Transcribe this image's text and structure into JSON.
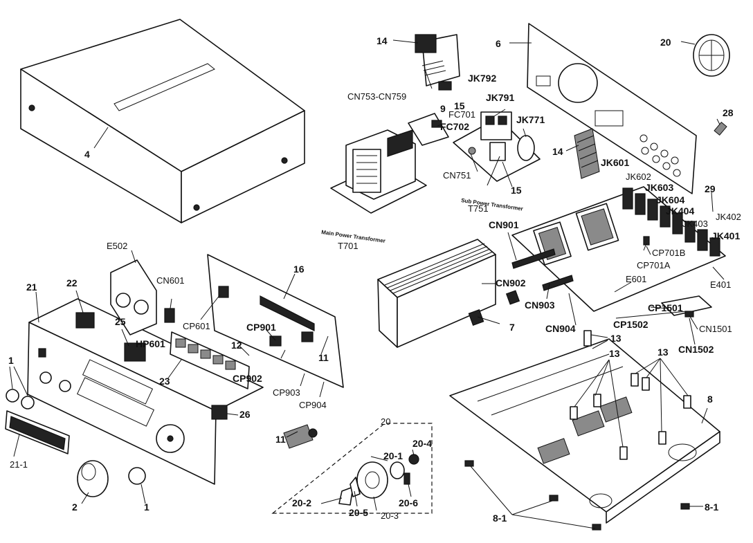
{
  "labels": {
    "p4": "4",
    "p14a": "14",
    "cn753": "CN753-CN759",
    "p6": "6",
    "p20a": "20",
    "jk792": "JK792",
    "p15a": "15",
    "jk791": "JK791",
    "p9": "9",
    "fc701": "FC701",
    "fc702": "FC702",
    "jk771": "JK771",
    "p28": "28",
    "p14b": "14",
    "cn751": "CN751",
    "p15b": "15",
    "jk601": "JK601",
    "jk602": "JK602",
    "jk603": "JK603",
    "jk604": "JK604",
    "p29": "29",
    "jk404": "JK404",
    "jk402": "JK402",
    "jk403": "JK403",
    "jk401": "JK401",
    "t751": "T751",
    "t701": "T701",
    "cn901": "CN901",
    "cp701b": "CP701B",
    "cp701a": "CP701A",
    "e502": "E502",
    "p16": "16",
    "p22": "22",
    "cn601": "CN601",
    "p21": "21",
    "cn902": "CN902",
    "e601": "E601",
    "e401": "E401",
    "cn903": "CN903",
    "cp601": "CP601",
    "cp901": "CP901",
    "p25": "25",
    "hp601": "HP601",
    "cp1501": "CP1501",
    "p7": "7",
    "cn904": "CN904",
    "cp1502": "CP1502",
    "cn1501": "CN1501",
    "p12": "12",
    "p11a": "11",
    "p13a": "13",
    "cn1502": "CN1502",
    "p1a": "1",
    "p23": "23",
    "cp902": "CP902",
    "p13b": "13",
    "p13c": "13",
    "cp903": "CP903",
    "cp904": "CP904",
    "p8": "8",
    "p26": "26",
    "p20b": "20",
    "p20_1": "20-1",
    "p20_4": "20-4",
    "p11b": "11",
    "p21_1": "21-1",
    "p20_2": "20-2",
    "p20_5": "20-5",
    "p20_6": "20-6",
    "p20_3": "20-3",
    "p2": "2",
    "p1b": "1",
    "p8_1a": "8-1",
    "p8_1b": "8-1"
  },
  "captions": {
    "sub_transformer": "Sub Power Transformer",
    "main_transformer": "Main Power Transformer"
  }
}
